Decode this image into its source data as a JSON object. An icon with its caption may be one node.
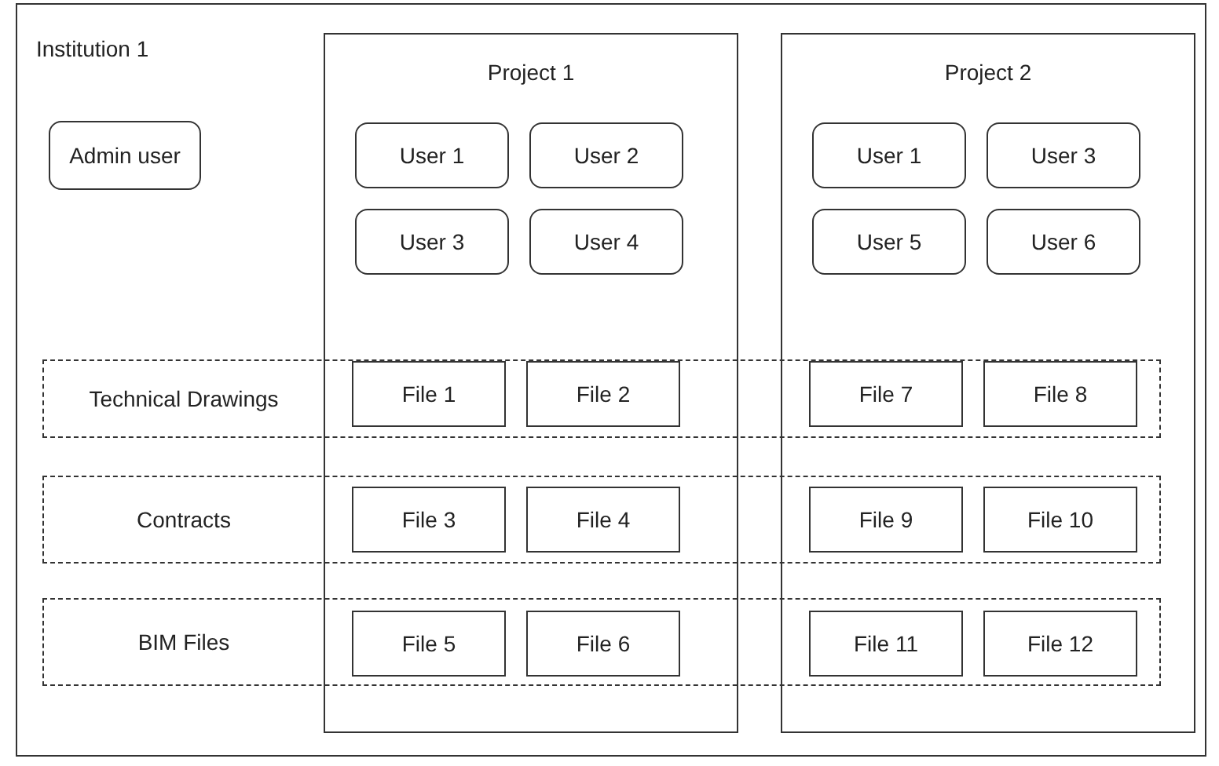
{
  "diagram": {
    "nodes": [
      {
        "text": [
          "Institution 1"
        ]
      },
      {
        "text": [
          "Admin user"
        ],
        "in": 0
      },
      {
        "text": [
          "Project 1"
        ],
        "in": 0
      },
      {
        "text": [
          "User 1"
        ],
        "in": 2
      },
      {
        "text": [
          "User 2"
        ],
        "in": 2
      },
      {
        "text": [
          "User 3"
        ],
        "in": 2
      },
      {
        "text": [
          "User 4"
        ],
        "in": 2
      },
      {
        "text": [
          "Project 2"
        ],
        "in": 0
      },
      {
        "text": [
          "User 1"
        ],
        "in": 7
      },
      {
        "text": [
          "User 3"
        ],
        "in": 7
      },
      {
        "text": [
          "User 5"
        ],
        "in": 7
      },
      {
        "text": [
          "User 6"
        ],
        "in": 7
      },
      {
        "text": [
          "Technical Drawings"
        ],
        "in": 0
      },
      {
        "text": [
          "File 1"
        ]
      },
      {
        "text": [
          "File 2"
        ]
      },
      {
        "text": [
          "File 7"
        ]
      },
      {
        "text": [
          "File 8"
        ]
      },
      {
        "text": [
          "Contracts"
        ],
        "in": 0
      },
      {
        "text": [
          "File 3"
        ]
      },
      {
        "text": [
          "File 4"
        ]
      },
      {
        "text": [
          "File 9"
        ]
      },
      {
        "text": [
          "File 10"
        ]
      },
      {
        "text": [
          "BIM Files"
        ],
        "in": 0
      },
      {
        "text": [
          "File 5"
        ]
      },
      {
        "text": [
          "File 6"
        ]
      },
      {
        "text": [
          "File 11"
        ]
      },
      {
        "text": [
          "File 12"
        ]
      }
    ]
  }
}
